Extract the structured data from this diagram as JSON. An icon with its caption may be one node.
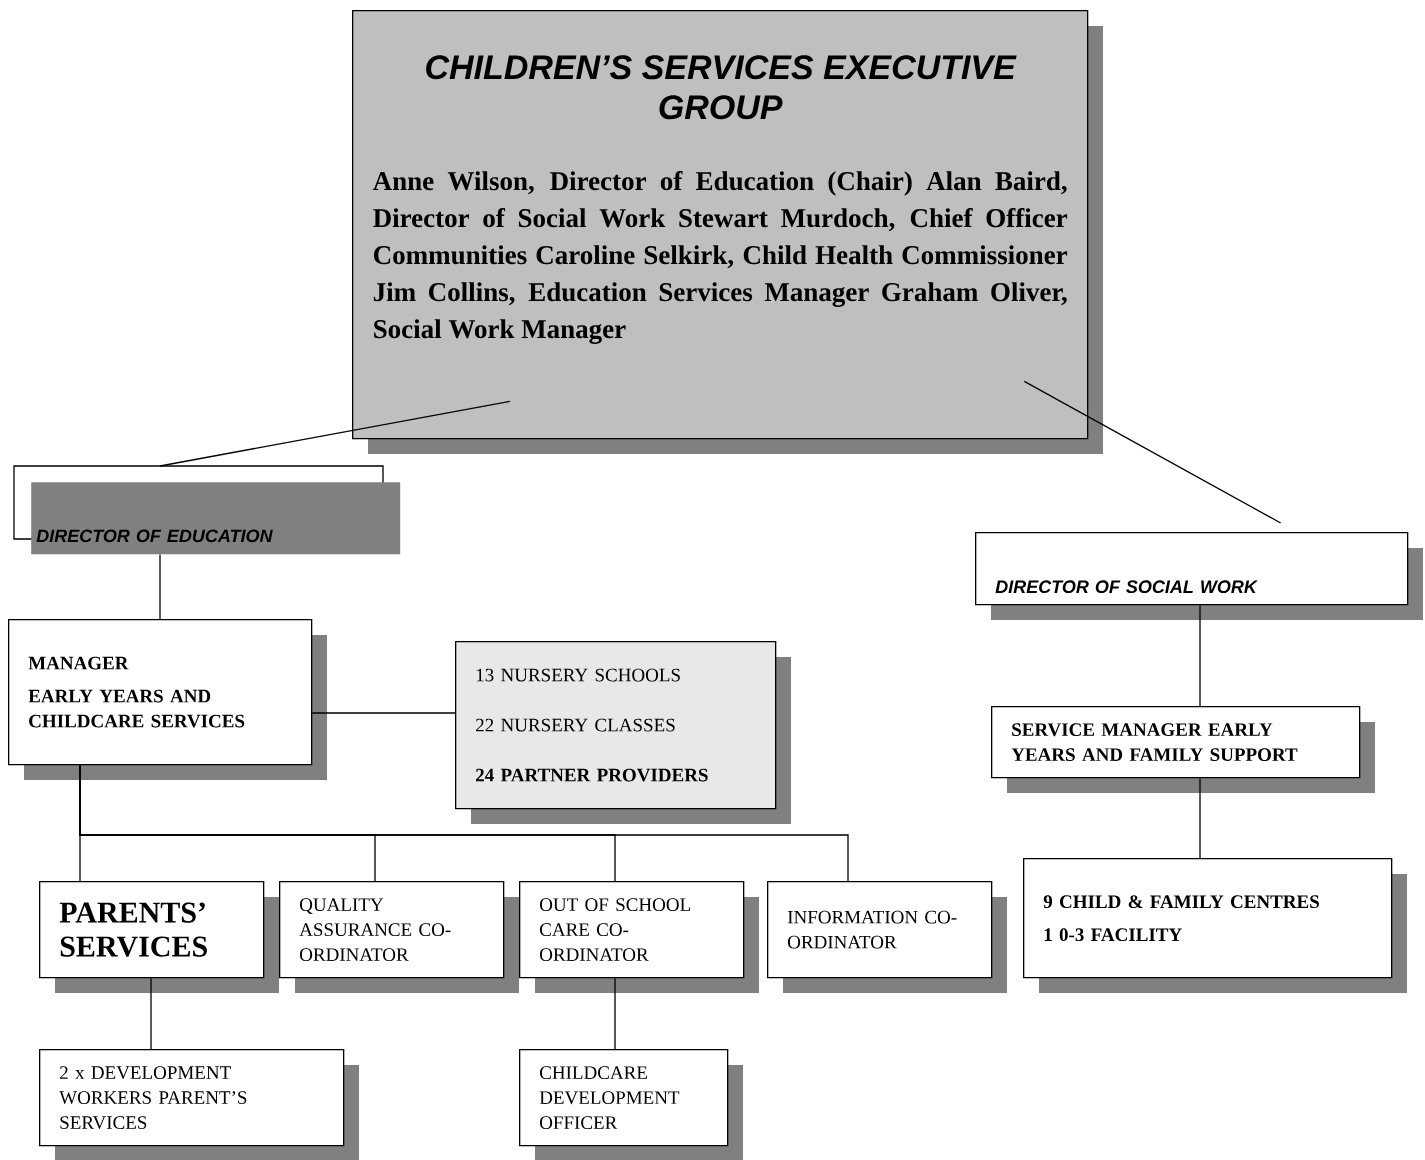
{
  "diagram": {
    "nodes": [
      {
        "text": [
          "CHILDREN’S SERVICES EXECUTIVE GROUP",
          "Anne Wilson, Director of Education (Chair) Alan Baird, Director of Social Work Stewart Murdoch, Chief Officer Communities Caroline Selkirk, Child Health Commissioner Jim Collins, Education Services Manager Graham Oliver, Social Work Manager"
        ]
      },
      {
        "text": [
          "DIRECTOR OF EDUCATION"
        ]
      },
      {
        "text": [
          "DIRECTOR OF SOCIAL WORK"
        ]
      },
      {
        "text": [
          "MANAGER",
          "EARLY YEARS AND CHILDCARE SERVICES"
        ]
      },
      {
        "text": [
          "13 NURSERY SCHOOLS",
          "22 NURSERY CLASSES",
          "24 PARTNER PROVIDERS"
        ]
      },
      {
        "text": [
          "SERVICE MANAGER EARLY YEARS AND FAMILY SUPPORT"
        ]
      },
      {
        "text": [
          "PARENTS’ SERVICES"
        ]
      },
      {
        "text": [
          "QUALITY ASSURANCE CO-ORDINATOR"
        ]
      },
      {
        "text": [
          "OUT OF SCHOOL CARE CO-ORDINATOR"
        ]
      },
      {
        "text": [
          "INFORMATION CO-ORDINATOR"
        ]
      },
      {
        "text": [
          "9 CHILD & FAMILY CENTRES",
          "1 0-3 FACILITY"
        ]
      },
      {
        "text": [
          "2 x DEVELOPMENT WORKERS PARENT’S SERVICES"
        ]
      },
      {
        "text": [
          "CHILDCARE DEVELOPMENT OFFICER"
        ]
      }
    ],
    "edges": [
      {
        "from": 0,
        "to": 1,
        "arrow": "none"
      },
      {
        "from": 0,
        "to": 2,
        "arrow": "none"
      },
      {
        "from": 1,
        "to": 3,
        "arrow": "none"
      },
      {
        "from": 3,
        "to": 4,
        "arrow": "none"
      },
      {
        "from": 3,
        "to": 6,
        "arrow": "none"
      },
      {
        "from": 3,
        "to": 7,
        "arrow": "none"
      },
      {
        "from": 3,
        "to": 8,
        "arrow": "none"
      },
      {
        "from": 3,
        "to": 9,
        "arrow": "none"
      },
      {
        "from": 2,
        "to": 5,
        "arrow": "none"
      },
      {
        "from": 5,
        "to": 10,
        "arrow": "none"
      },
      {
        "from": 6,
        "to": 11,
        "arrow": "none"
      },
      {
        "from": 8,
        "to": 12,
        "arrow": "none"
      }
    ]
  }
}
